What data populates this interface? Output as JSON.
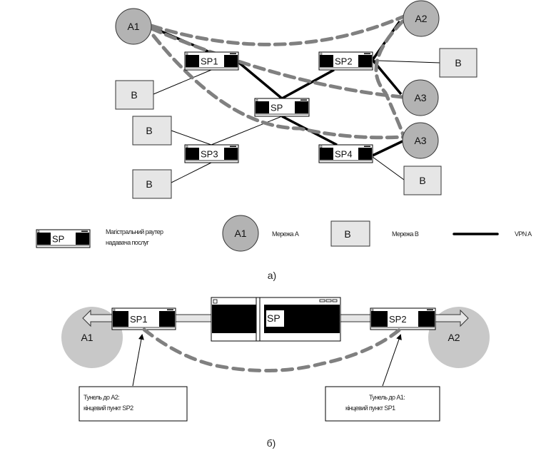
{
  "diagram_a": {
    "caption": "а)",
    "sp_routers": [
      {
        "id": "SP1",
        "label": "SP1"
      },
      {
        "id": "SP2",
        "label": "SP2"
      },
      {
        "id": "SP",
        "label": "SP"
      },
      {
        "id": "SP3",
        "label": "SP3"
      },
      {
        "id": "SP4",
        "label": "SP4"
      }
    ],
    "networks_a": [
      {
        "id": "A1",
        "label": "A1"
      },
      {
        "id": "A2",
        "label": "A2"
      },
      {
        "id": "A3_upper",
        "label": "A3"
      },
      {
        "id": "A3_lower",
        "label": "A3"
      }
    ],
    "networks_b": [
      {
        "id": "B_sp1",
        "label": "B"
      },
      {
        "id": "B_sp2",
        "label": "B"
      },
      {
        "id": "B_sp3_upper",
        "label": "B"
      },
      {
        "id": "B_sp3_lower",
        "label": "B"
      },
      {
        "id": "B_sp4",
        "label": "B"
      }
    ],
    "legend": {
      "router_icon_label": "SP",
      "router_desc_line1": "Магістральний раутер",
      "router_desc_line2": "надавача послуг",
      "network_a_icon_label": "A1",
      "network_a_desc": "Мережа А",
      "network_b_icon_label": "B",
      "network_b_desc": "Мережа В",
      "vpn_desc": "VPN A"
    }
  },
  "diagram_b": {
    "caption": "б)",
    "left_network": "A1",
    "right_network": "A2",
    "left_router": "SP1",
    "right_router": "SP2",
    "core_router": "SP",
    "callout_left_line1": "Тунель до А2:",
    "callout_left_line2": "кінцевий пункт SP2",
    "callout_right_line1": "Тунель до А1:",
    "callout_right_line2": "кінцевий пункт SP1"
  },
  "colors": {
    "network_a_fill": "#b3b3b3",
    "network_b_fill": "#e6e6e6",
    "dashed_tunnel": "#808080",
    "vpn_line": "#000000",
    "tunnel_area_fill": "#c8c8c8"
  }
}
